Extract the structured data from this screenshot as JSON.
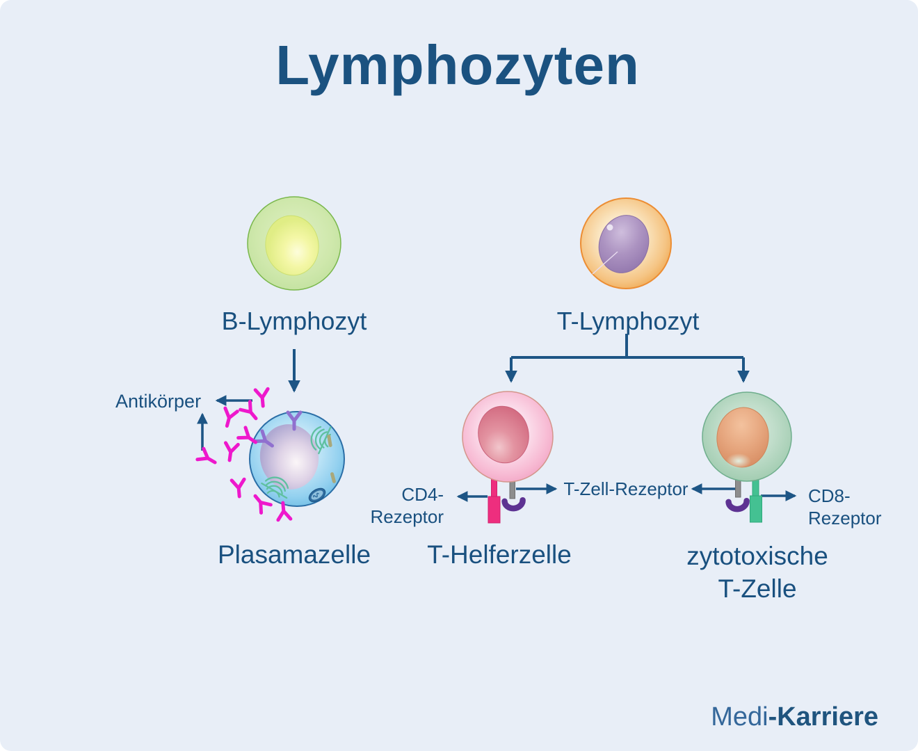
{
  "title": "Lymphozyten",
  "cells": {
    "b_lymphozyt": {
      "label": "B-Lymphozyt",
      "body_color": "#cfe8ad",
      "nucleus_color": "#eef39d"
    },
    "t_lymphozyt": {
      "label": "T-Lymphozyt",
      "body_color": "#f6c88a",
      "nucleus_color": "#a990bf"
    },
    "plasmazelle": {
      "label": "Plasamazelle",
      "body_color": "#8ccdee",
      "nucleus_color": "#cdc5e0"
    },
    "t_helferzelle": {
      "label": "T-Helferzelle",
      "body_color": "#f8cde0",
      "nucleus_color": "#d4697f"
    },
    "zytotoxische_t_zelle": {
      "label_line1": "zytotoxische",
      "label_line2": "T-Zelle",
      "body_color": "#b3d5bf",
      "nucleus_color": "#e5a37c"
    }
  },
  "annotations": {
    "antikoerper_label": "Antikörper",
    "cd4_label_line1": "CD4-",
    "cd4_label_line2": "Rezeptor",
    "t_zell_rezeptor_label": "T-Zell-Rezeptor",
    "cd8_label_line1": "CD8-",
    "cd8_label_line2": "Rezeptor"
  },
  "branding": {
    "part1": "Medi",
    "part2": "-Karriere"
  },
  "colors": {
    "background": "#e8eef7",
    "heading_text": "#1b5280",
    "label_text": "#19507f",
    "arrow": "#1d5585",
    "antibody": "#ee18cc",
    "membrane_antibody": "#9070cf",
    "cd4_receptor": "#ee2e7e",
    "cd8_receptor": "#44c192",
    "t_zell_receptor_stem": "#8d8d8d",
    "t_zell_receptor_head": "#5d3292"
  }
}
